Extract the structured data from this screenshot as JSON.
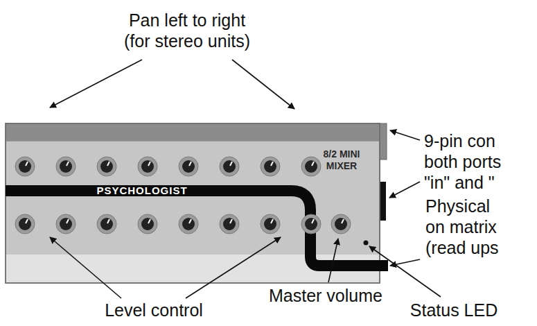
{
  "diagram": {
    "nodes": [
      {
        "text": [
          "PSYCHOLOGIST",
          "8/2 MINI MIXER"
        ]
      }
    ],
    "labels": [
      "Pan left to right (for stereo units)",
      "9-pin con both ports \"in\" and \"",
      "Physical on matrix (read ups",
      "Level control",
      "Master volume",
      "Status LED"
    ]
  }
}
